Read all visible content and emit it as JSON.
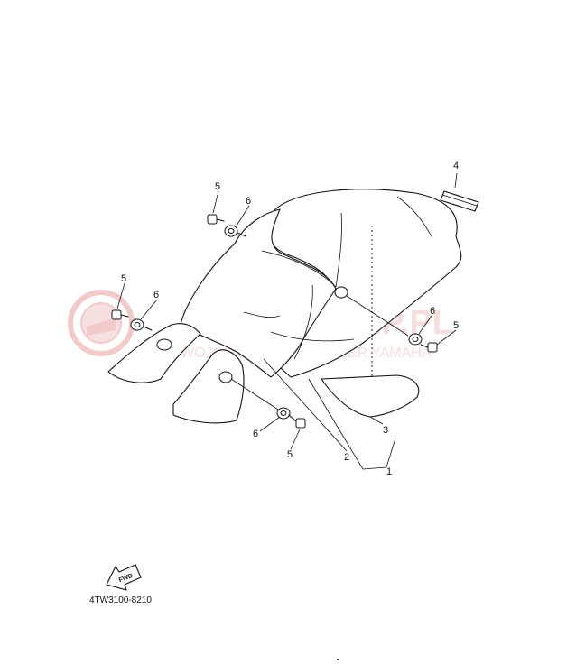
{
  "diagram": {
    "code": "4TW3100-8210",
    "fwd_label": "FWD",
    "watermark": {
      "title": "YAMA-SKLEP.PL",
      "subtitle": "WOJCIECHOWICZ DEALER YAMAHA",
      "color": "#e8a0a0"
    },
    "callouts": [
      {
        "id": "c1",
        "text": "1"
      },
      {
        "id": "c2",
        "text": "2"
      },
      {
        "id": "c3",
        "text": "3"
      },
      {
        "id": "c4",
        "text": "4"
      },
      {
        "id": "c5a",
        "text": "5"
      },
      {
        "id": "c6a",
        "text": "6"
      },
      {
        "id": "c5b",
        "text": "5"
      },
      {
        "id": "c6b",
        "text": "6"
      },
      {
        "id": "c6c",
        "text": "6"
      },
      {
        "id": "c5c",
        "text": "5"
      },
      {
        "id": "c6d",
        "text": "6"
      },
      {
        "id": "c5d",
        "text": "5"
      }
    ]
  }
}
